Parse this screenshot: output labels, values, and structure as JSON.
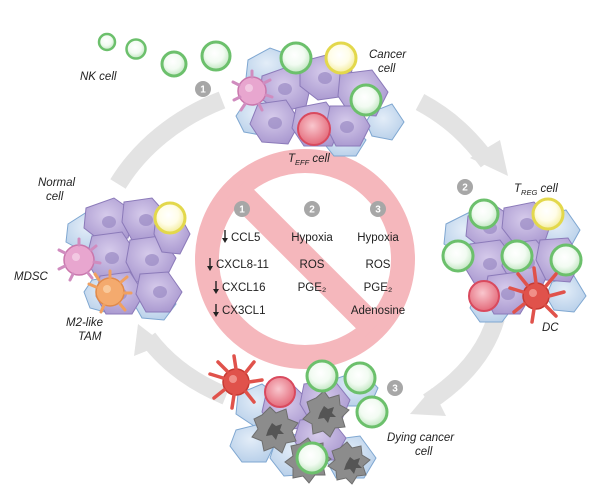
{
  "labels": {
    "nk_cell": "NK cell",
    "cancer_cell_line1": "Cancer",
    "cancer_cell_line2": "cell",
    "teff_T": "T",
    "teff_sub": "EFF",
    "teff_word": " cell",
    "treg_T": "T",
    "treg_sub": "REG",
    "treg_word": " cell",
    "normal_cell_line1": "Normal",
    "normal_cell_line2": "cell",
    "mdsc": "MDSC",
    "m2_line1": "M2-like",
    "m2_line2": "TAM",
    "dc": "DC",
    "dying_line1": "Dying cancer",
    "dying_line2": "cell"
  },
  "steps": {
    "top": "1",
    "right": "2",
    "bottom": "3"
  },
  "columns": [
    {
      "number": "1",
      "items": [
        "CCL5",
        "CXCL8-11",
        "CXCL16",
        "CX3CL1"
      ],
      "arrows": true
    },
    {
      "number": "2",
      "items": [
        "Hypoxia",
        "ROS",
        "PGE₂"
      ],
      "arrows": false
    },
    {
      "number": "3",
      "items": [
        "Hypoxia",
        "ROS",
        "PGE₂",
        "Adenosine"
      ],
      "arrows": false
    }
  ],
  "colors": {
    "cycle_arrow": "#e3e3e3",
    "prohibition": "#f5b7bc",
    "tumor_cell": "#b9a9d6",
    "stroma_cell": "#c9dbef",
    "nk_green": "#8fd18f",
    "teff_red": "#e8707f",
    "treg_yellow": "#f1e87a",
    "mdsc_pink": "#e8a6cf",
    "tam_orange": "#f4aa6e",
    "dc_red": "#e0524b",
    "dying_gray": "#8c8c8c",
    "step_badge": "#a7a7a7"
  }
}
